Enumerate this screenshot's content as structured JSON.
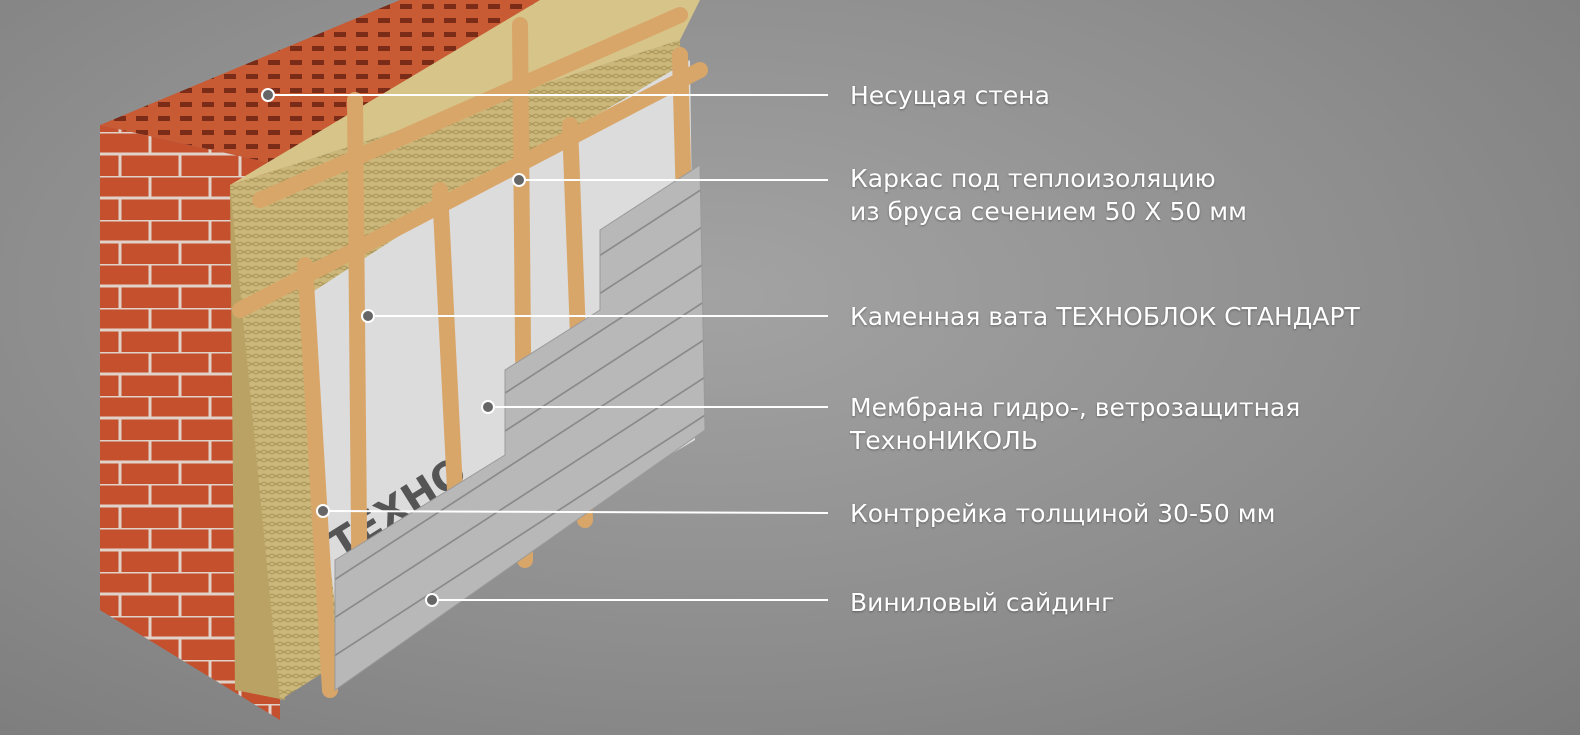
{
  "labels": [
    {
      "lines": [
        "Несущая стена"
      ]
    },
    {
      "lines": [
        "Каркас под теплоизоляцию",
        "из бруса сечением 50 Х 50 мм"
      ]
    },
    {
      "lines": [
        "Каменная вата ТЕХНОБЛОК СТАНДАРТ"
      ]
    },
    {
      "lines": [
        "Мембрана гидро-, ветрозащитная",
        "ТехноНИКОЛЬ"
      ]
    },
    {
      "lines": [
        "Контррейка толщиной 30-50 мм"
      ]
    },
    {
      "lines": [
        "Виниловый сайдинг"
      ]
    }
  ],
  "membrane_print": "ТЕХНО",
  "colors": {
    "brick": "#c4502e",
    "insulation": "#cbb77a",
    "wood": "#d9a66a",
    "membrane": "#d8d8d8",
    "siding": "#b4b4b4"
  }
}
